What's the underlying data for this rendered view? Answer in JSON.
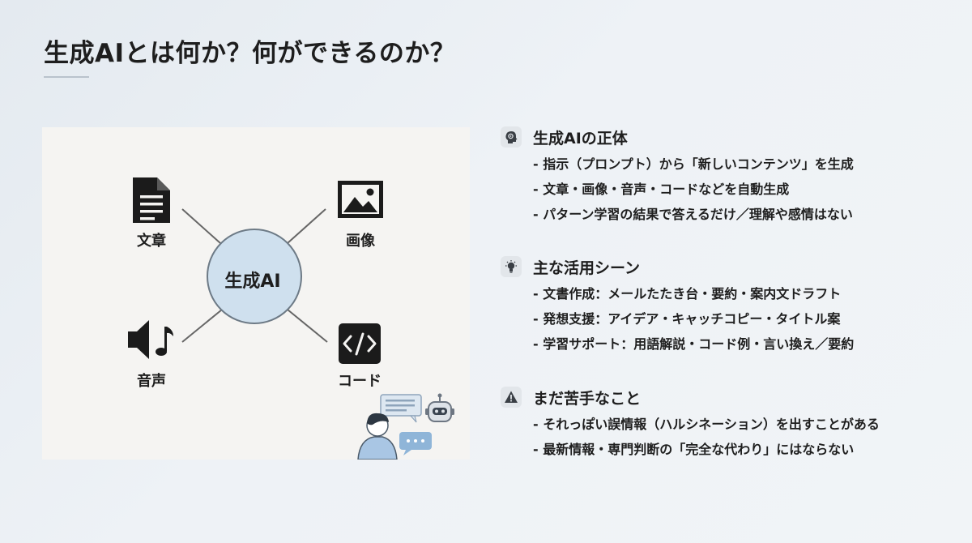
{
  "slide": {
    "title": "生成AIとは何か？何ができるのか？"
  },
  "diagram": {
    "center": "生成AI",
    "nodes": {
      "text": "文章",
      "image": "画像",
      "audio": "音声",
      "code": "コード"
    }
  },
  "sections": [
    {
      "title": "生成AIの正体",
      "icon": "brain-head-icon",
      "items": [
        "- 指示（プロンプト）から「新しいコンテンツ」を生成",
        "- 文章・画像・音声・コードなどを自動生成",
        "- パターン学習の結果で答えるだけ／理解や感情はない"
      ]
    },
    {
      "title": "主な活用シーン",
      "icon": "lightbulb-icon",
      "items": [
        "- 文書作成：メールたたき台・要約・案内文ドラフト",
        "- 発想支援：アイデア・キャッチコピー・タイトル案",
        "- 学習サポート：用語解説・コード例・言い換え／要約"
      ]
    },
    {
      "title": "まだ苦手なこと",
      "icon": "warning-icon",
      "items": [
        "- それっぽい誤情報（ハルシネーション）を出すことがある",
        "- 最新情報・専門判断の「完全な代わり」にはならない"
      ]
    }
  ]
}
